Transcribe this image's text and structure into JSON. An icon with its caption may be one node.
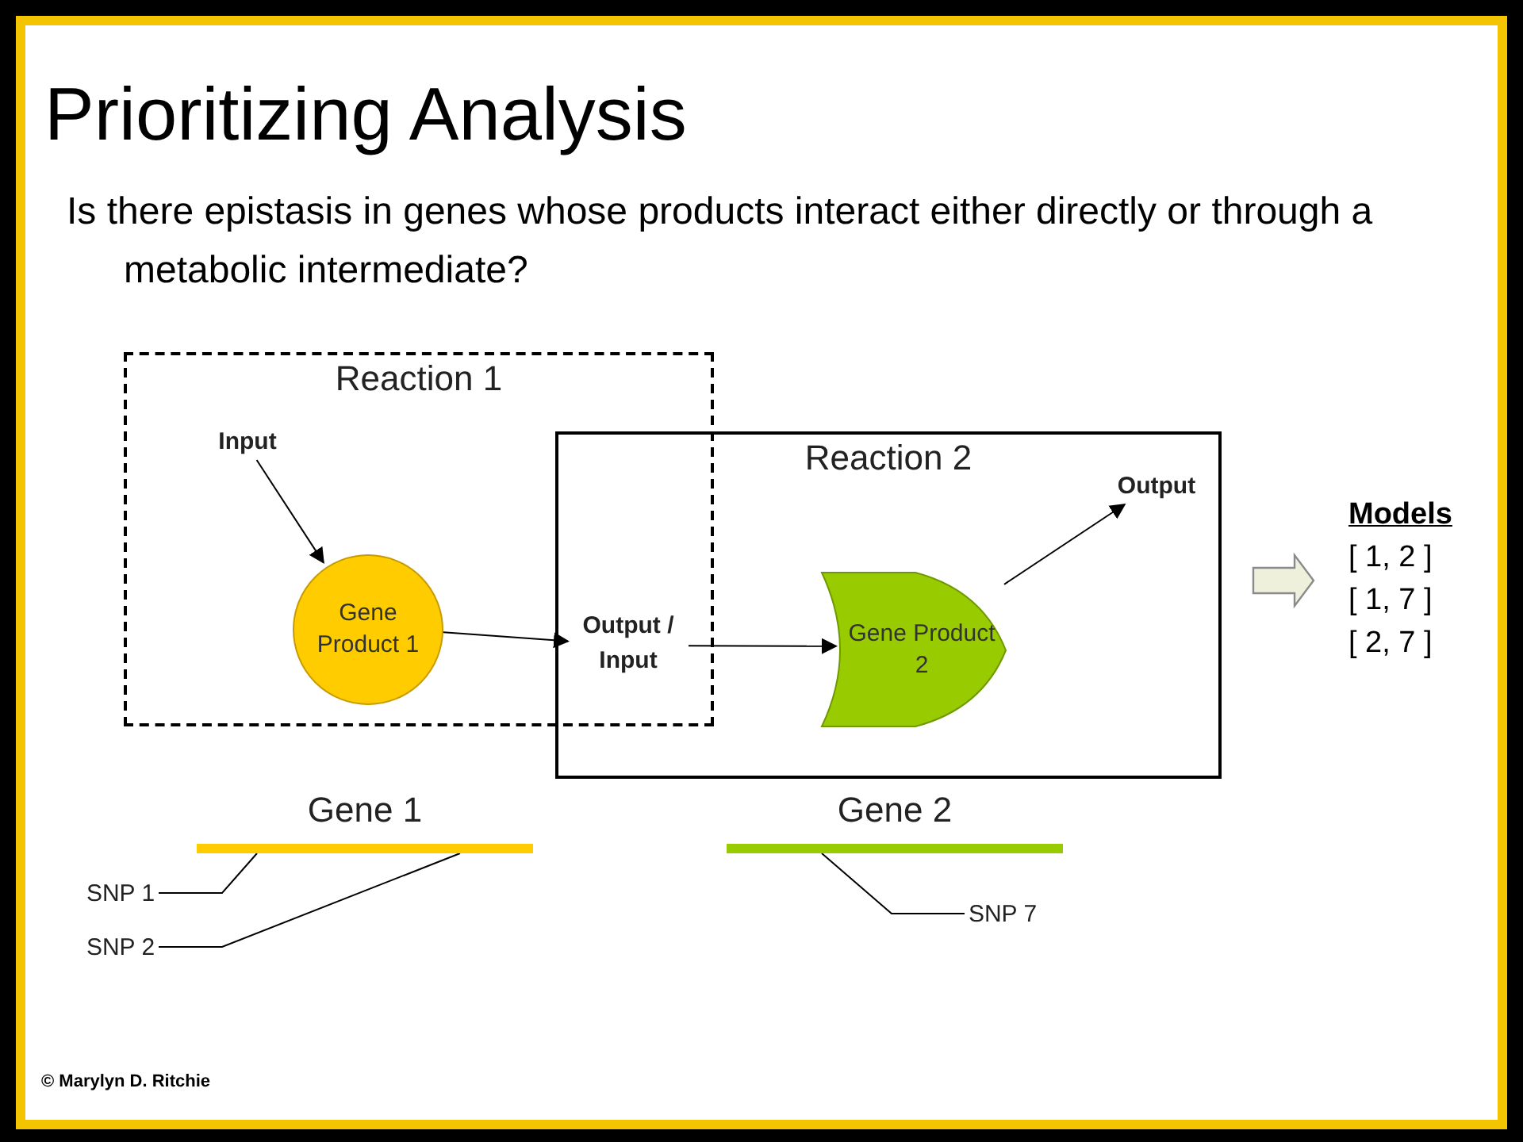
{
  "diagram": {
    "title": "Prioritizing Analysis",
    "nodes": [
      {
        "text": [
          "Reaction 1"
        ]
      },
      {
        "text": [
          "Reaction 2"
        ]
      },
      {
        "text": [
          "Input"
        ],
        "in": 0
      },
      {
        "text": [
          "Gene Product 1"
        ],
        "in": 0
      },
      {
        "text": [
          "Output / Input"
        ]
      },
      {
        "text": [
          "Gene Product 2"
        ],
        "in": 1
      },
      {
        "text": [
          "Output"
        ],
        "in": 1
      },
      {
        "text": [
          "Gene 1"
        ]
      },
      {
        "text": [
          "Gene 2"
        ]
      },
      {
        "text": [
          "SNP 1"
        ]
      },
      {
        "text": [
          "SNP 2"
        ]
      },
      {
        "text": [
          "SNP 7"
        ]
      },
      {
        "text": [
          "Models",
          "[ 1, 2 ]",
          "[ 1, 7 ]",
          "[ 2, 7 ]"
        ]
      }
    ],
    "edges": [
      {
        "from": 2,
        "to": 3,
        "arrow": "to"
      },
      {
        "from": 3,
        "to": 4,
        "arrow": "to"
      },
      {
        "from": 4,
        "to": 5,
        "arrow": "to"
      },
      {
        "from": 5,
        "to": 6,
        "arrow": "to"
      },
      {
        "from": 9,
        "to": 7,
        "arrow": "none"
      },
      {
        "from": 10,
        "to": 7,
        "arrow": "none"
      },
      {
        "from": 11,
        "to": 8,
        "arrow": "none"
      },
      {
        "from": null,
        "to": 12,
        "arrow": "to",
        "style": "thick"
      }
    ],
    "labels": [
      "Is there epistasis in genes whose products interact either directly or through a metabolic intermediate?",
      "© Marylyn D. Ritchie"
    ]
  }
}
